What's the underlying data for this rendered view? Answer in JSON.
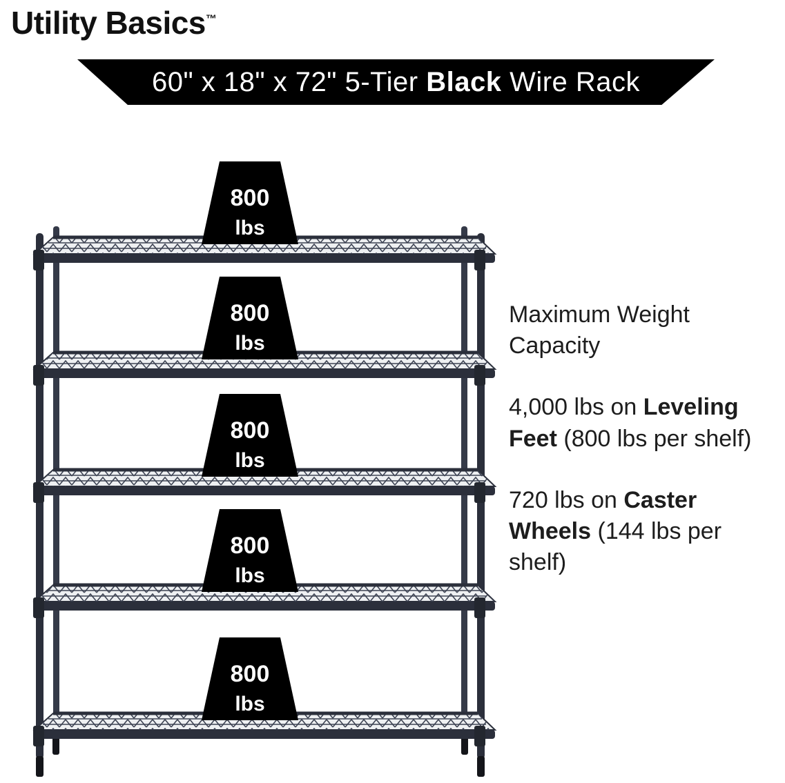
{
  "brand": {
    "name": "Utility Basics",
    "trademark": "™"
  },
  "banner": {
    "size_prefix": "60\" x 18\" x 72\" 5-Tier ",
    "color_bold": "Black",
    "suffix": " Wire Rack"
  },
  "rack": {
    "weight_labels": [
      {
        "value": "800",
        "unit": "lbs"
      },
      {
        "value": "800",
        "unit": "lbs"
      },
      {
        "value": "800",
        "unit": "lbs"
      },
      {
        "value": "800",
        "unit": "lbs"
      },
      {
        "value": "800",
        "unit": "lbs"
      }
    ]
  },
  "specs": {
    "heading": "Maximum Weight Capacity",
    "leveling_feet": {
      "prefix": "4,000 lbs on ",
      "bold": "Leveling Feet",
      "suffix": " (800 lbs per shelf)"
    },
    "caster_wheels": {
      "prefix": "720 lbs on ",
      "bold": "Caster Wheels",
      "suffix": " (144 lbs per shelf)"
    }
  },
  "colors": {
    "banner_bg": "#000000",
    "banner_text": "#ffffff",
    "rack_frame": "#2b2f3b",
    "rack_wire": "#3d4353",
    "weight_label_bg": "#000000",
    "weight_label_text": "#ffffff",
    "body_text": "#1d1d1d"
  }
}
